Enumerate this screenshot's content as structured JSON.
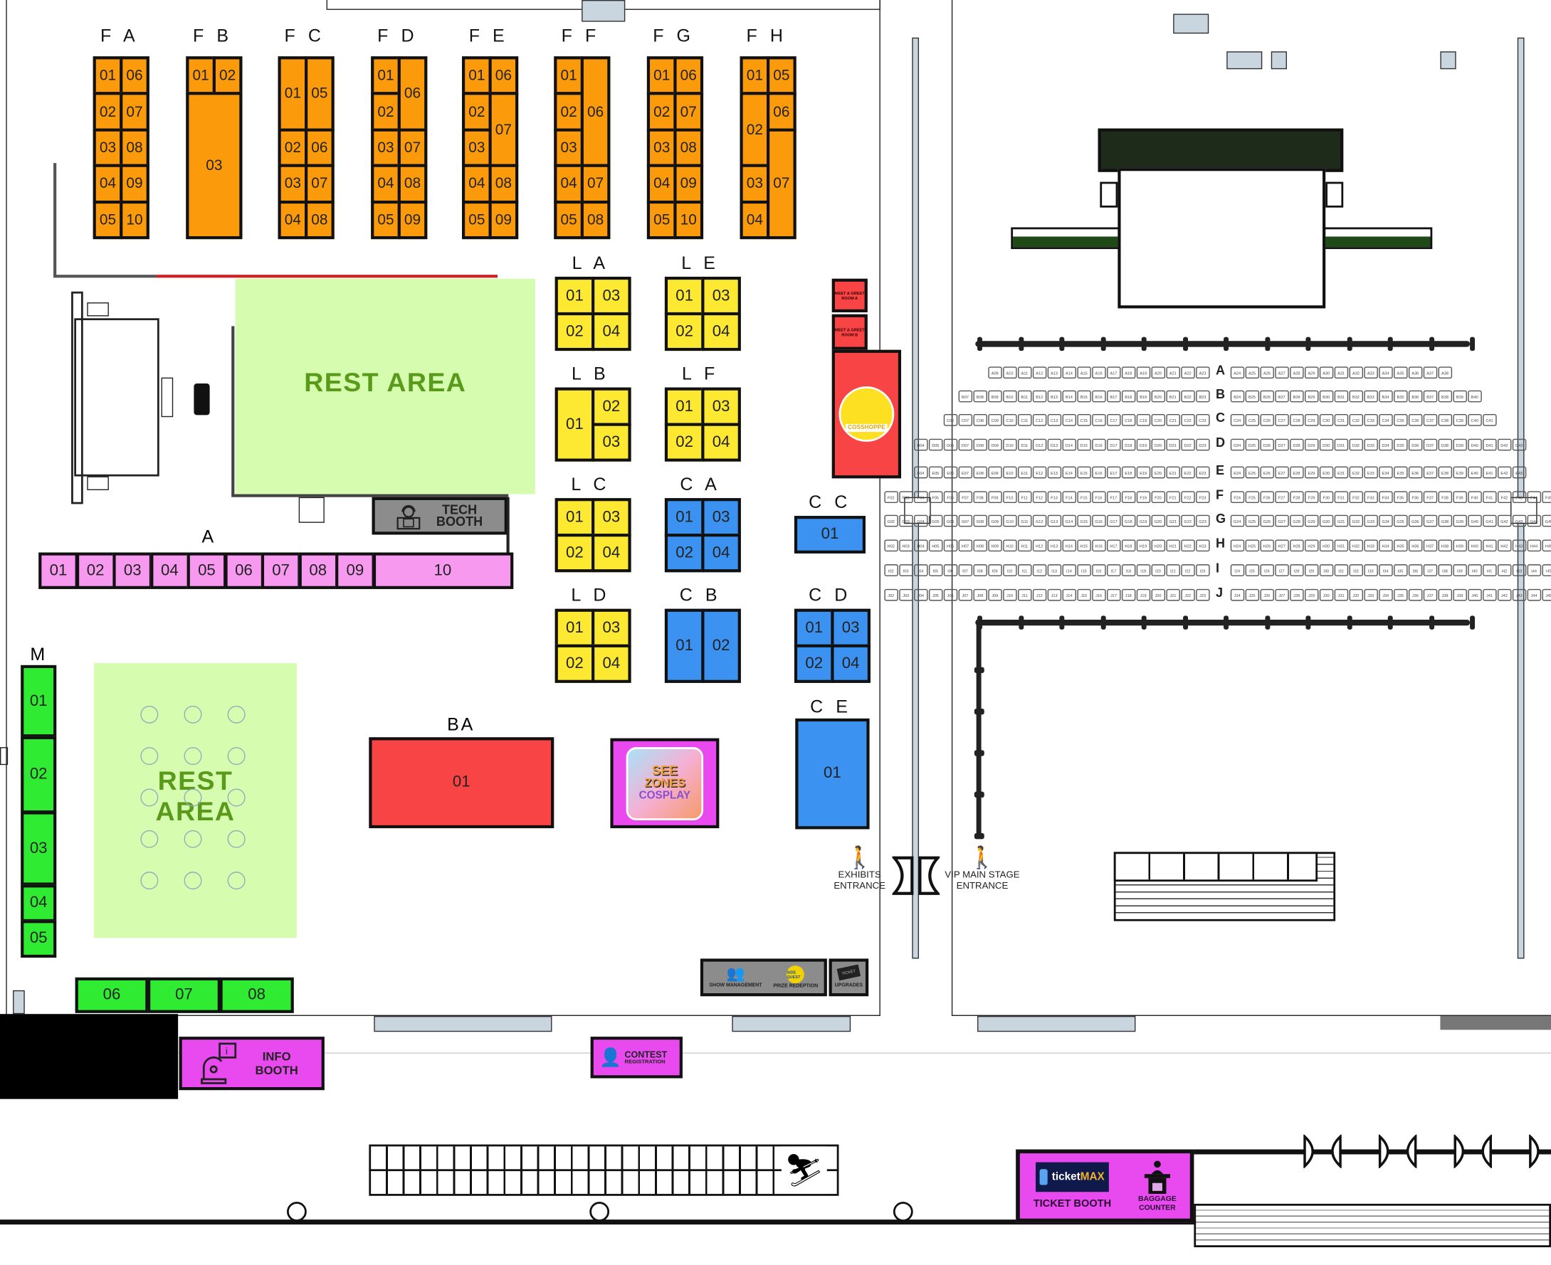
{
  "map_title": "Exhibit Hall & Main Stage Floor Plan",
  "colors": {
    "food_booths": "#fb9a0a",
    "l_booths": "#fde931",
    "c_booths": "#3c92f0",
    "a_booths": "#f799ef",
    "m_booths": "#2fec33",
    "red_booths": "#f84444",
    "services": "#e84af0",
    "rest_area": "#d6fcb0",
    "gray_booths": "#8c8c8c"
  },
  "food_sections": [
    {
      "label": "F A",
      "booths": [
        "01",
        "02",
        "03",
        "04",
        "05",
        "06",
        "07",
        "08",
        "09",
        "10"
      ]
    },
    {
      "label": "F B",
      "booths": [
        "01",
        "02",
        "03"
      ]
    },
    {
      "label": "F C",
      "booths": [
        "01",
        "02",
        "03",
        "04",
        "05",
        "06",
        "07",
        "08"
      ]
    },
    {
      "label": "F D",
      "booths": [
        "01",
        "02",
        "03",
        "04",
        "05",
        "06",
        "07",
        "08",
        "09"
      ]
    },
    {
      "label": "F E",
      "booths": [
        "01",
        "02",
        "03",
        "04",
        "05",
        "06",
        "07",
        "08",
        "09"
      ]
    },
    {
      "label": "F F",
      "booths": [
        "01",
        "02",
        "03",
        "04",
        "05",
        "06",
        "07",
        "08"
      ]
    },
    {
      "label": "F G",
      "booths": [
        "01",
        "02",
        "03",
        "04",
        "05",
        "06",
        "07",
        "08",
        "09",
        "10"
      ]
    },
    {
      "label": "F H",
      "booths": [
        "01",
        "02",
        "03",
        "04",
        "05",
        "06",
        "07"
      ]
    }
  ],
  "l_sections": [
    {
      "label": "L A",
      "booths": [
        "01",
        "03",
        "02",
        "04"
      ]
    },
    {
      "label": "L B",
      "booths": [
        "01",
        "02",
        "03"
      ]
    },
    {
      "label": "L C",
      "booths": [
        "01",
        "03",
        "02",
        "04"
      ]
    },
    {
      "label": "L D",
      "booths": [
        "01",
        "03",
        "02",
        "04"
      ]
    },
    {
      "label": "L E",
      "booths": [
        "01",
        "03",
        "02",
        "04"
      ]
    },
    {
      "label": "L F",
      "booths": [
        "01",
        "03",
        "02",
        "04"
      ]
    }
  ],
  "c_sections": [
    {
      "label": "C A",
      "booths": [
        "01",
        "03",
        "02",
        "04"
      ]
    },
    {
      "label": "C B",
      "booths": [
        "01",
        "02"
      ]
    },
    {
      "label": "C C",
      "booths": [
        "01"
      ]
    },
    {
      "label": "C D",
      "booths": [
        "01",
        "03",
        "02",
        "04"
      ]
    },
    {
      "label": "C E",
      "booths": [
        "01"
      ]
    }
  ],
  "a_section": {
    "label": "A",
    "booths": [
      "01",
      "02",
      "03",
      "04",
      "05",
      "06",
      "07",
      "08",
      "09",
      "10"
    ]
  },
  "m_section": {
    "label": "M",
    "booths": [
      "01",
      "02",
      "03",
      "04",
      "05",
      "06",
      "07",
      "08"
    ]
  },
  "ba_section": {
    "label": "BA",
    "booths": [
      "01"
    ]
  },
  "rest_areas": [
    "REST AREA",
    "REST\nAREA"
  ],
  "tech_booth": "TECH\nBOOTH",
  "meet_greet": [
    "MEET & GREET ROOM A",
    "MEET & GREET ROOM B"
  ],
  "cosshoppe_label": "COSSHOPPE",
  "see_zones": {
    "line1": "SEE",
    "line2": "ZONES",
    "line3": "COSPLAY"
  },
  "entrances": {
    "exhibits": "EXHIBITS\nENTRANCE",
    "vip": "VIP MAIN STAGE\nENTRANCE"
  },
  "service_strip": {
    "show_management": "SHOW MANAGEMENT",
    "prize_redemption": "PRIZE REDEPTION",
    "ticket_upgrades": "UPGRADES",
    "ticket_word": "TICKET",
    "side_quest": "SIDE QUEST"
  },
  "info_booth": "INFO\nBOOTH",
  "contest_registration": {
    "line1": "CONTEST",
    "line2": "REGISTRATION"
  },
  "ticket_booth": {
    "brand_a": "ticket",
    "brand_b": "MAX",
    "label": "TICKET BOOTH"
  },
  "baggage_counter": "BAGGAGE\nCOUNTER",
  "seating": {
    "rows": [
      {
        "letter": "A",
        "left": [
          9,
          23
        ],
        "right": [
          24,
          38
        ]
      },
      {
        "letter": "B",
        "left": [
          7,
          23
        ],
        "right": [
          24,
          40
        ]
      },
      {
        "letter": "C",
        "left": [
          6,
          23
        ],
        "right": [
          24,
          41
        ]
      },
      {
        "letter": "D",
        "left": [
          4,
          23
        ],
        "right": [
          24,
          43
        ]
      },
      {
        "letter": "E",
        "left": [
          4,
          23
        ],
        "right": [
          24,
          43
        ]
      },
      {
        "letter": "F",
        "left": [
          2,
          23
        ],
        "right": [
          24,
          45
        ]
      },
      {
        "letter": "G",
        "left": [
          2,
          23
        ],
        "right": [
          24,
          45
        ]
      },
      {
        "letter": "H",
        "left": [
          2,
          23
        ],
        "right": [
          24,
          45
        ]
      },
      {
        "letter": "I",
        "left": [
          2,
          23
        ],
        "right": [
          24,
          45
        ]
      },
      {
        "letter": "J",
        "left": [
          2,
          23
        ],
        "right": [
          24,
          45
        ]
      }
    ]
  }
}
